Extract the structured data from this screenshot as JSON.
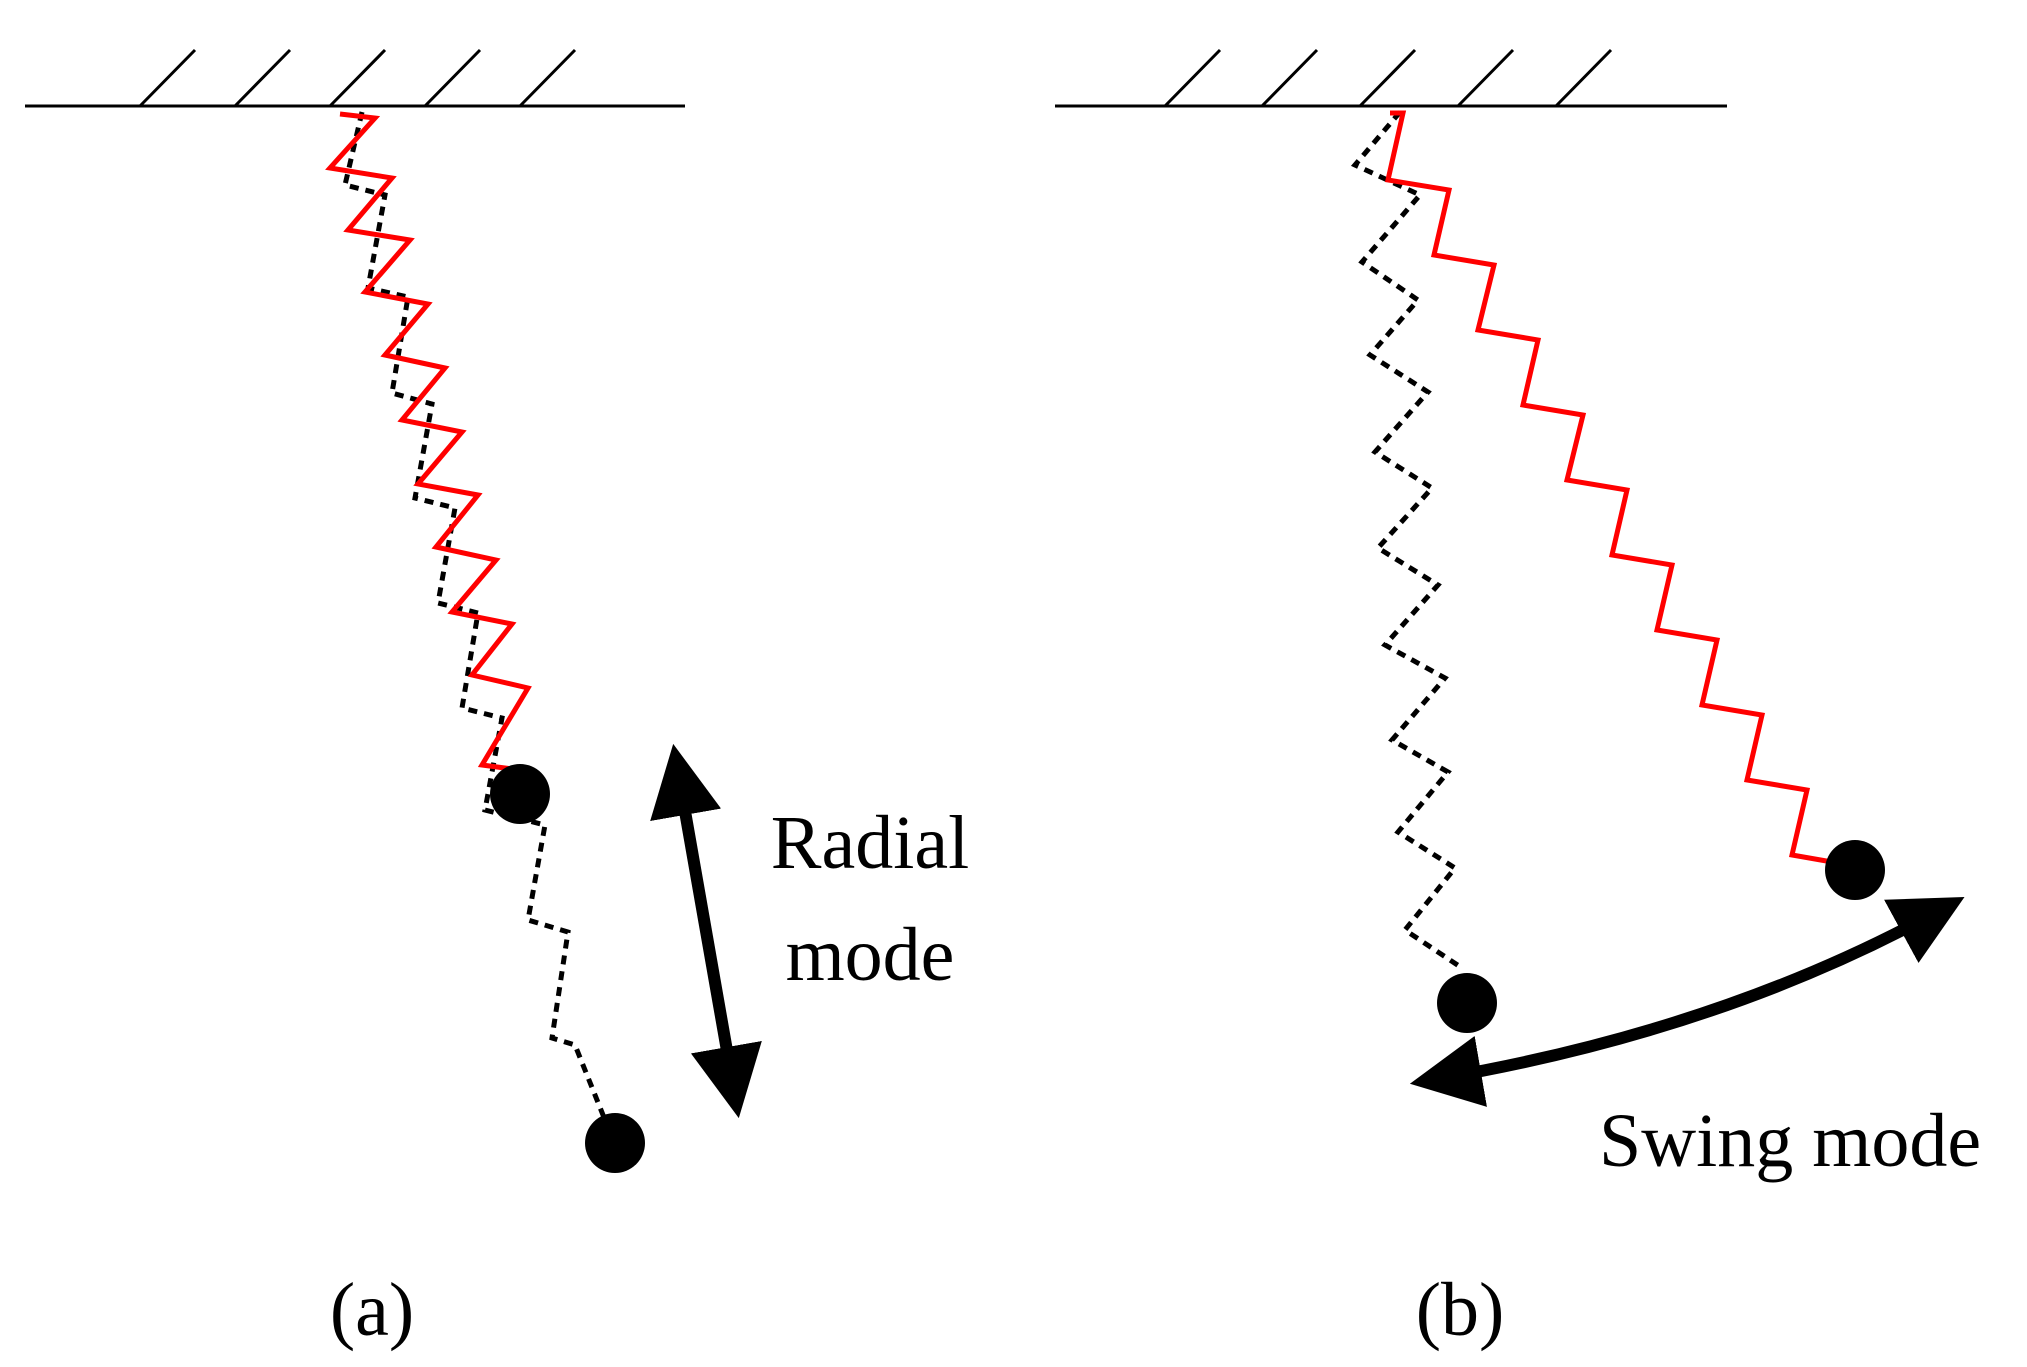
{
  "panels": [
    {
      "caption": "(a)",
      "mode_label_lines": [
        "Radial",
        "mode"
      ]
    },
    {
      "caption": "(b)",
      "mode_label_lines": [
        "Swing mode"
      ]
    }
  ],
  "colors": {
    "ink": "#000000",
    "spring_displaced": "#ff0000",
    "background": "#ffffff"
  },
  "styles": {
    "reference_spring": "dotted",
    "displaced_spring": "solid"
  }
}
